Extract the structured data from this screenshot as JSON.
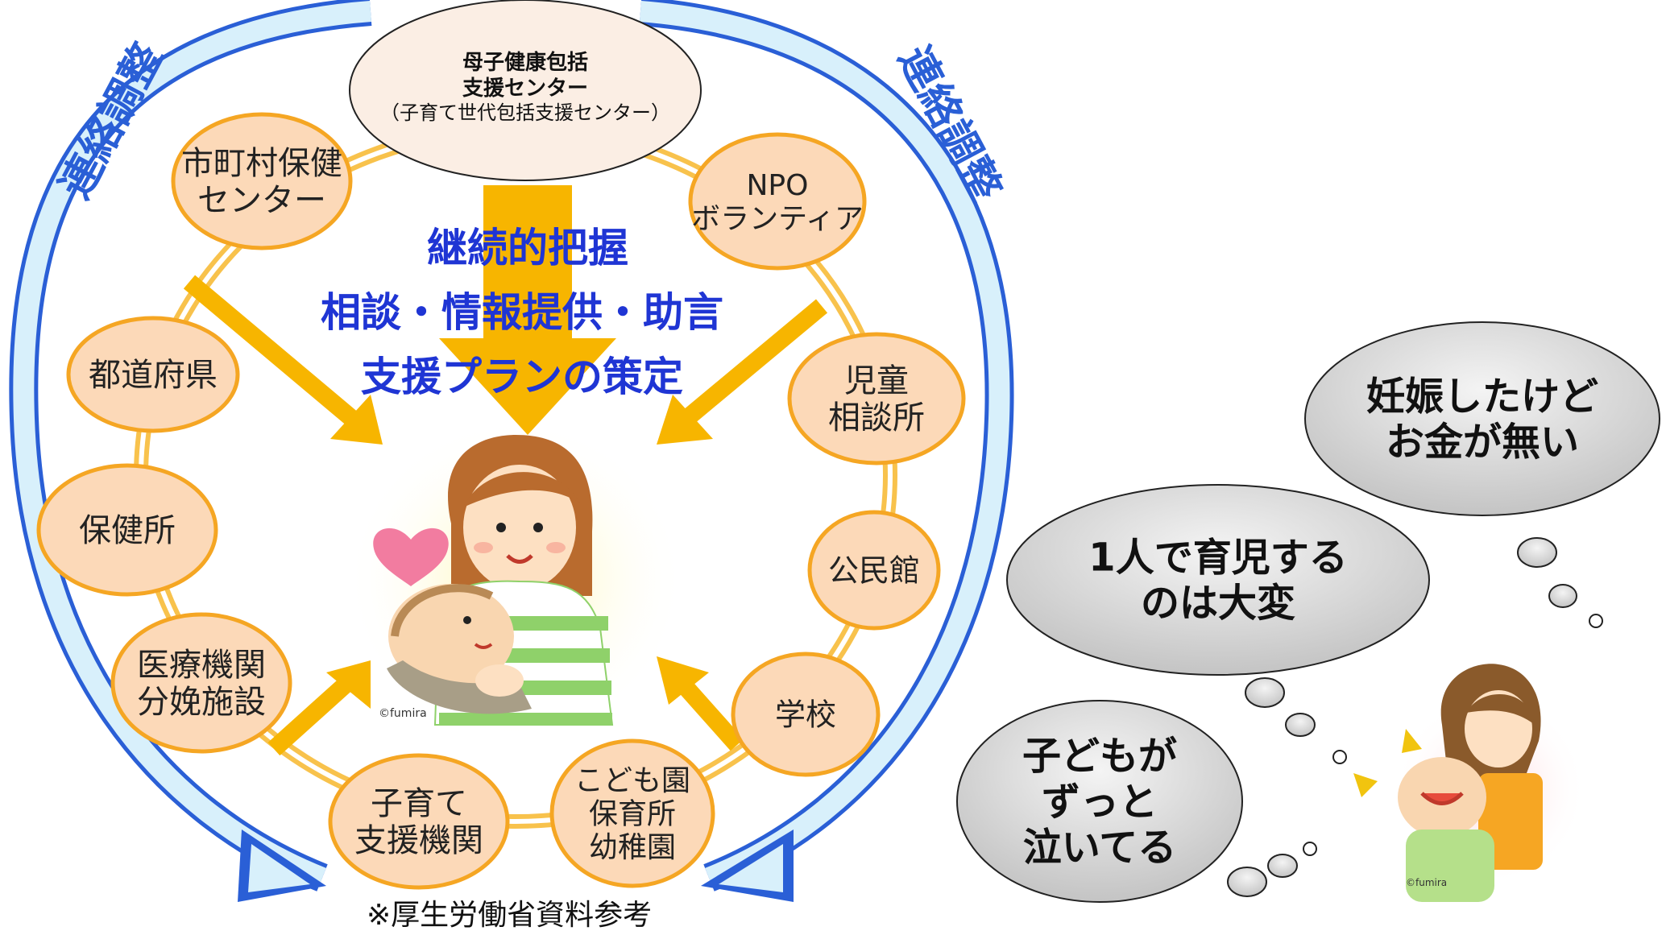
{
  "center": {
    "title_line1": "母子健康包括",
    "title_line2": "支援センター",
    "subtitle": "（子育て世代包括支援センター）"
  },
  "liaison_left": "連絡調整",
  "liaison_right": "連絡調整",
  "services": {
    "line1": "継続的把握",
    "line2": "相談・情報提供・助言",
    "line3": "支援プランの策定"
  },
  "nodes": [
    {
      "id": "city-health-center",
      "lines": [
        "市町村保健",
        "センター"
      ]
    },
    {
      "id": "npo",
      "lines": [
        "NPO",
        "ボランティア"
      ]
    },
    {
      "id": "prefecture",
      "lines": [
        "都道府県"
      ]
    },
    {
      "id": "child-guidance",
      "lines": [
        "児童",
        "相談所"
      ]
    },
    {
      "id": "health-office",
      "lines": [
        "保健所"
      ]
    },
    {
      "id": "community-hall",
      "lines": [
        "公民館"
      ]
    },
    {
      "id": "medical",
      "lines": [
        "医療機関",
        "分娩施設"
      ]
    },
    {
      "id": "school",
      "lines": [
        "学校"
      ]
    },
    {
      "id": "childcare-support",
      "lines": [
        "子育て",
        "支援機関"
      ]
    },
    {
      "id": "nursery",
      "lines": [
        "こども園",
        "保育所",
        "幼稚園"
      ]
    }
  ],
  "thought_bubbles": [
    {
      "id": "money",
      "lines": [
        "妊娠したけど",
        "お金が無い"
      ]
    },
    {
      "id": "alone",
      "lines": [
        "1人で育児する",
        "のは大変"
      ]
    },
    {
      "id": "crying",
      "lines": [
        "子どもが",
        "ずっと",
        "泣いてる"
      ]
    }
  ],
  "illustration_credit": "©fumira",
  "source_note": "※厚生労働省資料参考",
  "colors": {
    "node_fill": "#fcd9b8",
    "node_stroke": "#f5a623",
    "ring": "#f8c24c",
    "arrow_orange": "#f7b500",
    "liaison_blue": "#2a5fd6",
    "liaison_fill": "#d8f0fb",
    "text_blue": "#1f35d4",
    "bubble_fill": "#dcdcdc"
  }
}
